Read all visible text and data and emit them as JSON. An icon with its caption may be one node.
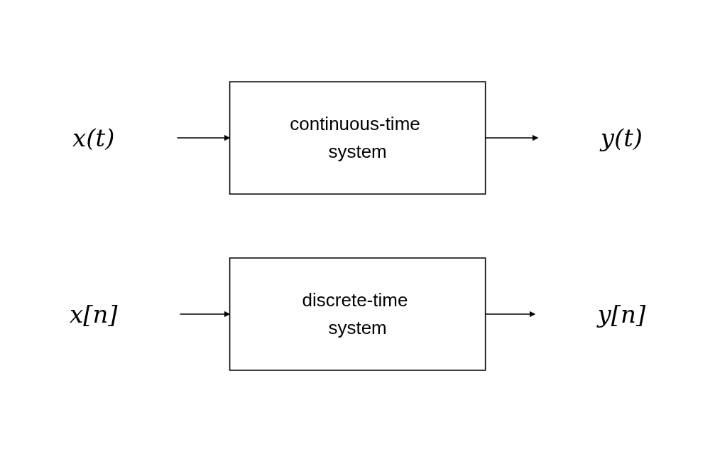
{
  "diagram": {
    "nodes": [
      {
        "text": [
          "x(t)"
        ]
      },
      {
        "text": [
          "continuous-time system"
        ]
      },
      {
        "text": [
          "y(t)"
        ]
      },
      {
        "text": [
          "x[n]"
        ]
      },
      {
        "text": [
          "discrete-time system"
        ]
      },
      {
        "text": [
          "y[n]"
        ]
      }
    ],
    "edges": [
      {
        "from": 0,
        "to": 1,
        "arrow": "to"
      },
      {
        "from": 1,
        "to": 2,
        "arrow": "to"
      },
      {
        "from": 3,
        "to": 4,
        "arrow": "to"
      },
      {
        "from": 4,
        "to": 5,
        "arrow": "to"
      }
    ]
  }
}
